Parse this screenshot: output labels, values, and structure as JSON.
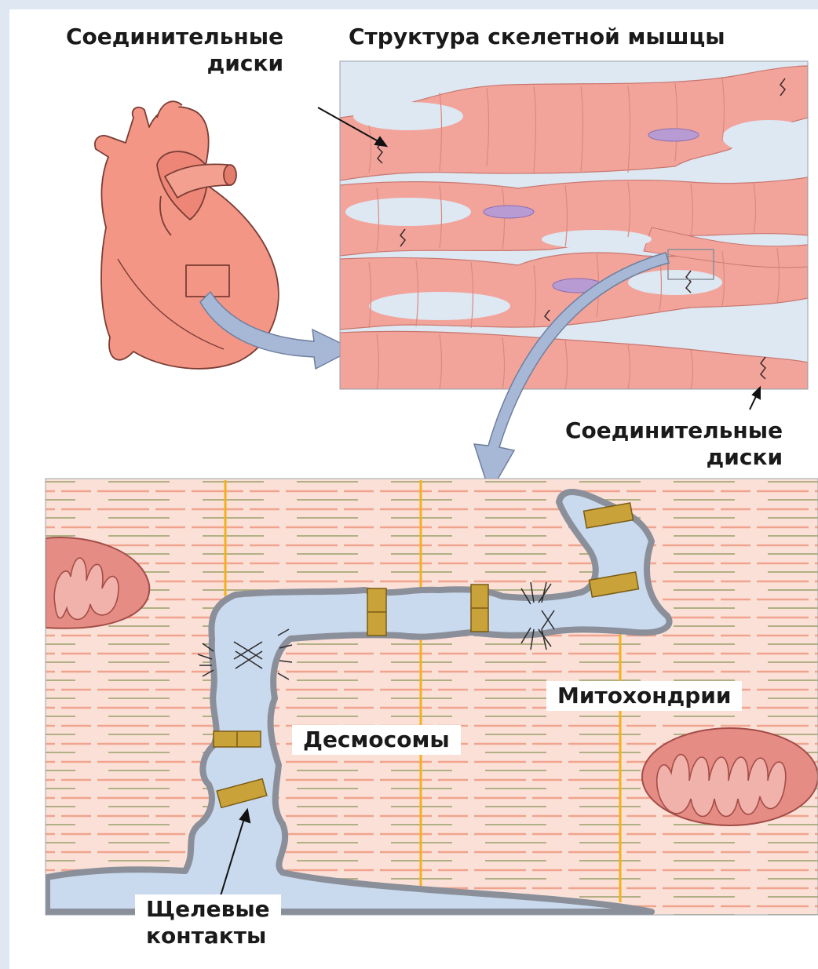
{
  "labels": {
    "intercalated_top": "Соединительные\nдиски",
    "structure_title": "Структура скелетной мышцы",
    "intercalated_right": "Соединительные\nдиски",
    "mitochondria": "Митохондрии",
    "desmosomes": "Десмосомы",
    "gap_junctions": "Щелевые\nконтакты"
  },
  "colors": {
    "page_border": "#dfe7f3",
    "muscle_fiber": "#f0a29a",
    "fiber_gap": "#dbe6f2",
    "heart": "#f08f80",
    "nucleus": "#b99bd3",
    "arrow": "#9fb2d3",
    "membrane": "#8a8f99",
    "junction": "#c9a23a",
    "z_line": "#f2b21b",
    "mitochondrion": "#df7f78"
  },
  "icons": [
    "heart-illustration",
    "muscle-tissue-panel",
    "junction-closeup-panel",
    "callout-arrow"
  ]
}
